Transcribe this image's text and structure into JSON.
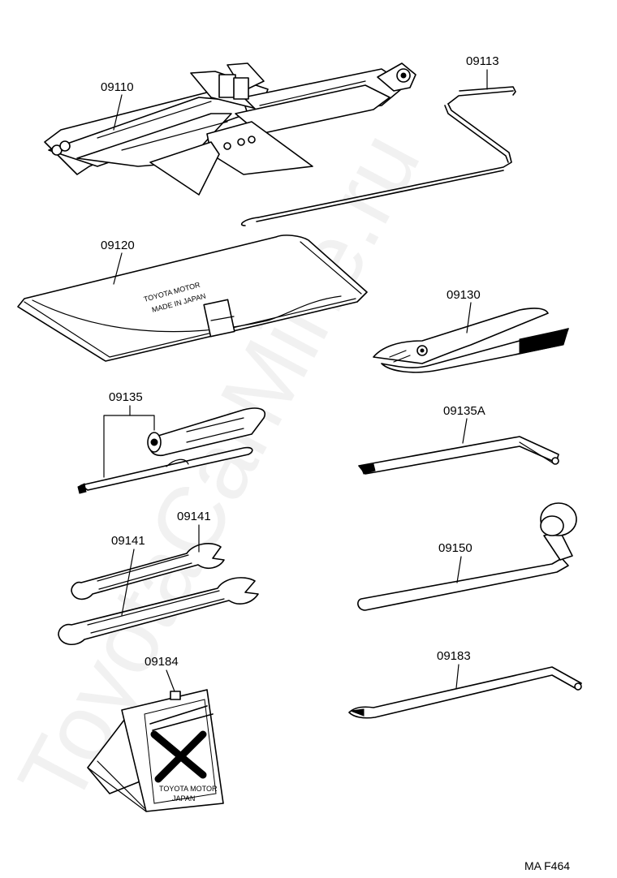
{
  "watermark": "ToyotaCarMine.ru",
  "figure_code": "MA F464",
  "parts": {
    "jack": "09110",
    "jack_handle": "09113",
    "tool_bag": "09120",
    "pliers": "09130",
    "screwdriver": "09135",
    "screwdriver_a": "09135A",
    "wrench_upper": "09141",
    "wrench_lower": "09141",
    "lug_wrench": "09150",
    "hub_nut_wrench": "09183",
    "triangle": "09184"
  },
  "stamps": {
    "bag_line1": "TOYOTA MOTOR",
    "bag_line2": "MADE IN JAPAN",
    "triangle_line1": "TOYOTA MOTOR",
    "triangle_line2": "JAPAN"
  }
}
